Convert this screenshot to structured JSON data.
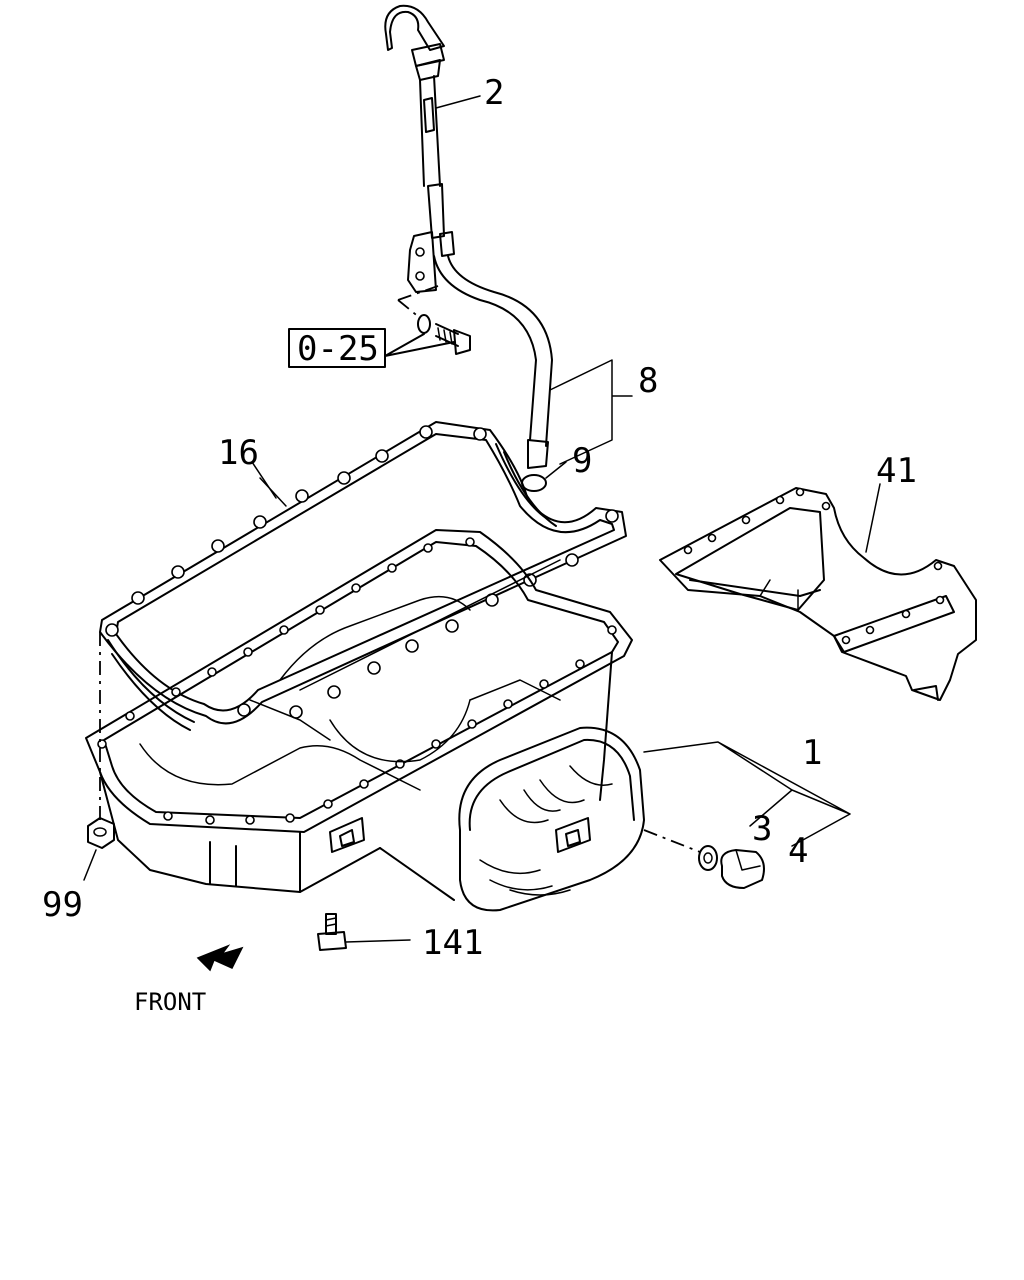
{
  "callouts": {
    "part_1": "1",
    "part_2": "2",
    "part_3": "3",
    "part_4": "4",
    "part_8": "8",
    "part_9": "9",
    "part_16": "16",
    "part_41": "41",
    "part_99": "99",
    "part_141": "141",
    "reference_box": "0-25"
  },
  "front_label": "FRONT",
  "icons": {
    "front_arrow": "front-arrow-icon"
  }
}
